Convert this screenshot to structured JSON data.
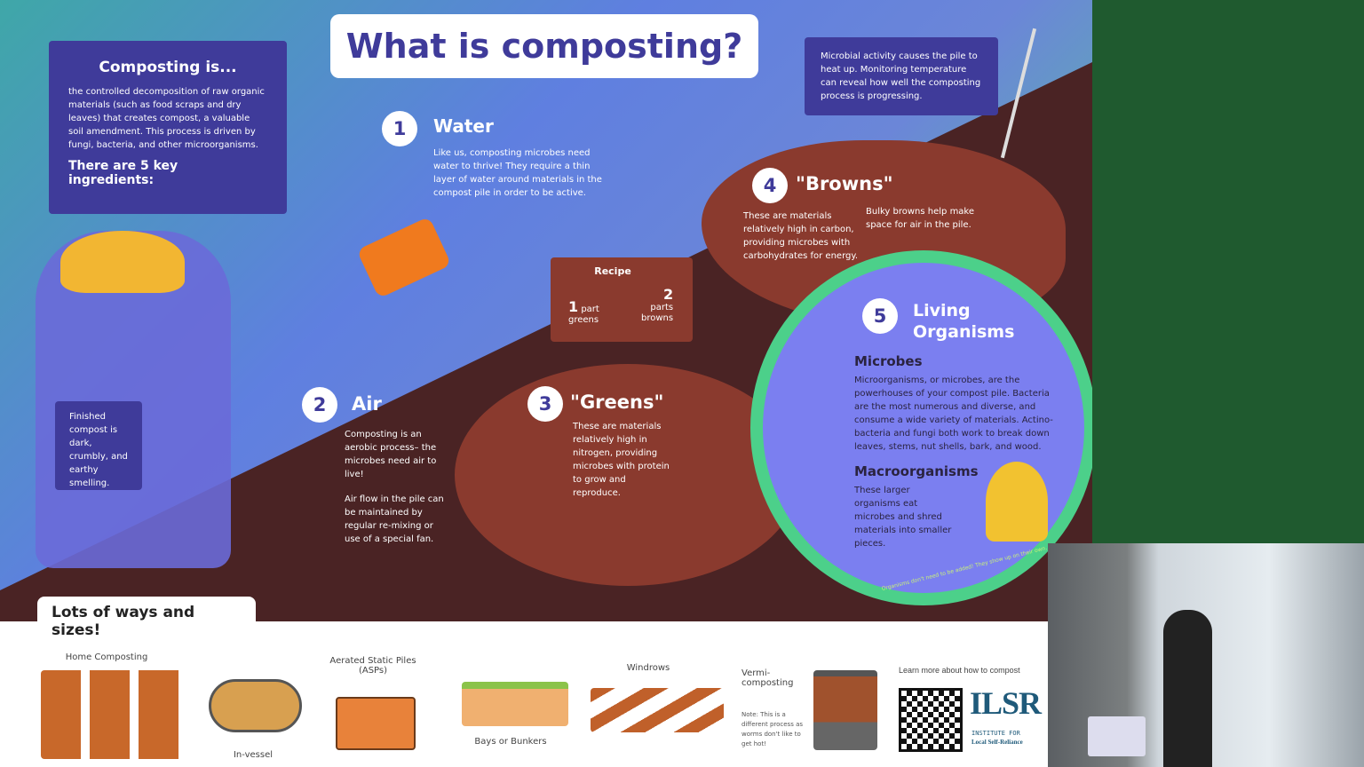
{
  "title": "What is composting?",
  "intro": {
    "heading": "Composting is...",
    "body": "the controlled decomposition of raw organic materials (such as food scraps and dry leaves) that creates compost, a valuable soil amendment. This process is driven by fungi, bacteria, and other microorganisms.",
    "ingredients": "There are 5 key ingredients:"
  },
  "temperature_note": "Microbial activity causes the pile to heat up. Monitoring temperature can reveal how well the composting process is progressing.",
  "finished_note": "Finished compost is dark, crumbly, and earthy smelling.",
  "water": {
    "number": "1",
    "title": "Water",
    "body": "Like us, composting microbes need water to thrive! They require a thin layer of water around materials in the compost pile in order to be active."
  },
  "air": {
    "number": "2",
    "title": "Air",
    "body1": "Composting is an aerobic process– the microbes need air to live!",
    "body2": "Air flow in the pile can be maintained by regular re-mixing or use of a special fan."
  },
  "greens": {
    "number": "3",
    "title": "\"Greens\"",
    "body": "These are materials relatively high in nitrogen, providing microbes with protein to grow and reproduce."
  },
  "browns": {
    "number": "4",
    "title": "\"Browns\"",
    "body": "These are materials relatively high in carbon, providing microbes with carbohydrates for energy.",
    "side": "Bulky browns help make space for air in the pile."
  },
  "recipe": {
    "title": "Recipe",
    "greens_qty": "1",
    "greens_unit": "part",
    "greens_label": "greens",
    "browns_qty": "2",
    "browns_unit": "parts",
    "browns_label": "browns"
  },
  "organisms": {
    "number": "5",
    "title": "Living Organisms",
    "microbes_title": "Microbes",
    "microbes_body": "Microorganisms, or microbes, are the powerhouses of your compost pile. Bacteria are the most numerous and diverse, and consume a wide variety of materials. Actino-bacteria and fungi both work to break down leaves, stems, nut shells, bark, and wood.",
    "macro_title": "Macroorganisms",
    "macro_body": "These larger organisms eat microbes and shred materials into smaller pieces.",
    "footer": "Organisms don't need to be added! They show up on their own."
  },
  "ways": {
    "heading": "Lots of ways and sizes!",
    "home": "Home Composting",
    "invessel": "In-vessel",
    "asp": "Aerated Static Piles (ASPs)",
    "bays": "Bays or Bunkers",
    "windrows": "Windrows",
    "vermi": "Vermi-composting",
    "vermi_note": "Note: This is a different process as worms don't like to get hot!",
    "learn": "Learn more about how to compost",
    "logo": "ILSR",
    "logo_sub1": "INSTITUTE FOR",
    "logo_sub2": "Local Self-Reliance"
  },
  "colors": {
    "card": "#3f3b9a",
    "soil": "#4a2324",
    "blob": "#8a3a2e",
    "circle": "#7b7ff0",
    "side_panel": "#1f5a2f"
  }
}
